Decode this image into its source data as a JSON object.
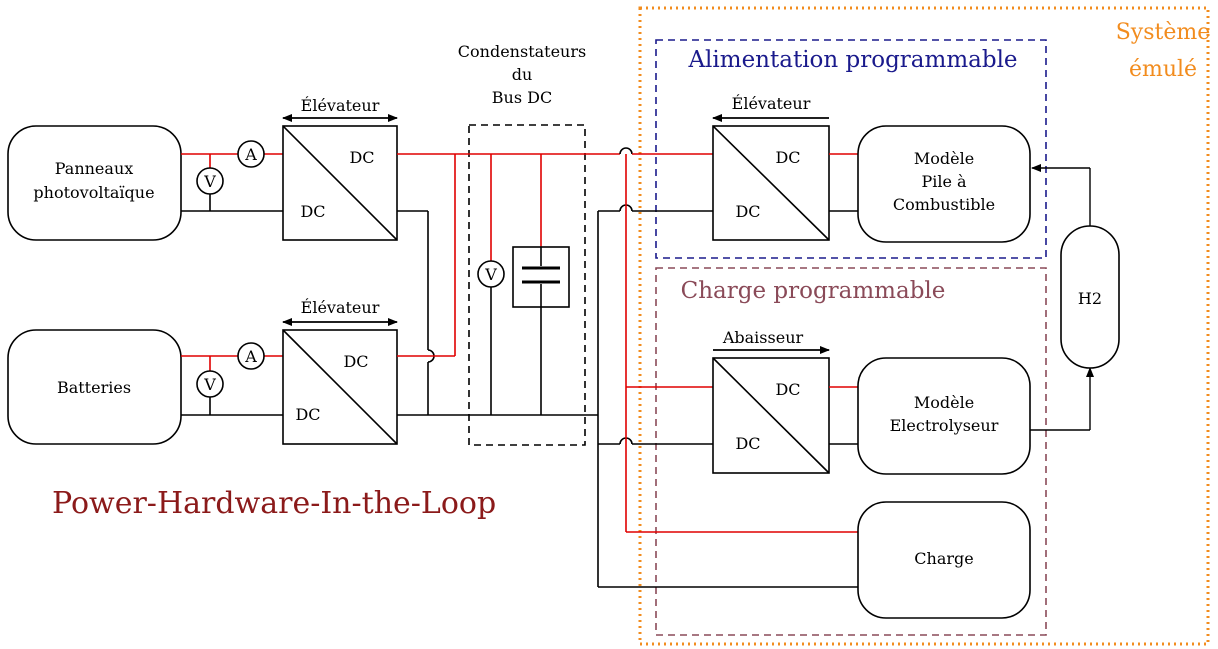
{
  "blocks": {
    "pv": [
      "Panneaux",
      "photovoltaïque"
    ],
    "batteries": "Batteries",
    "fuel_cell": [
      "Modèle",
      "Pile à",
      "Combustible"
    ],
    "electrolyser": [
      "Modèle",
      "Electrolyseur"
    ],
    "load": "Charge",
    "h2": "H2"
  },
  "converters": {
    "dc": "DC",
    "boost": "Élévateur",
    "buck": "Abaisseur"
  },
  "capacitors_title": [
    "Condenstateurs",
    "du",
    "Bus DC"
  ],
  "meters": {
    "ammeter": "A",
    "voltmeter": "V"
  },
  "regions": {
    "emulated_system": [
      "Système",
      "émulé"
    ],
    "programmable_supply": "Alimentation programmable",
    "programmable_load": "Charge programmable",
    "phil": "Power-Hardware-In-the-Loop"
  },
  "colors": {
    "positive_wire": "#e00000",
    "negative_wire": "#000000",
    "emulated_system": "#f28c1e",
    "programmable_supply": "#1a1a8c",
    "programmable_load": "#8a4a58",
    "phil": "#8b1a1a"
  }
}
